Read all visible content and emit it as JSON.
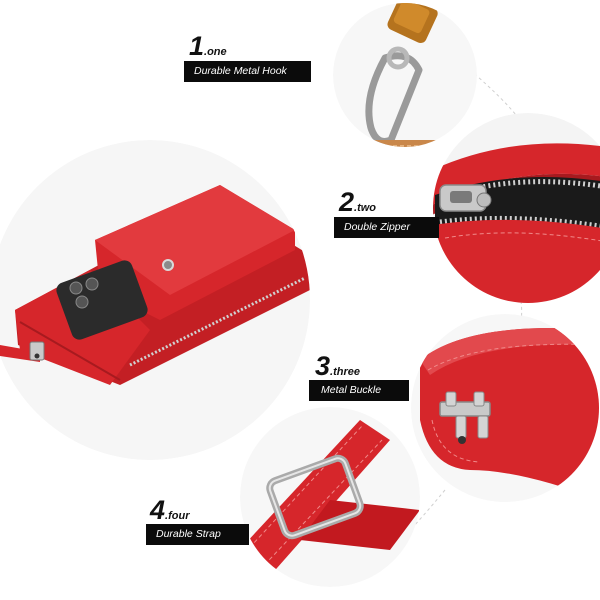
{
  "features": [
    {
      "num": "1",
      "word": ".one",
      "label": "Durable Metal Hook"
    },
    {
      "num": "2",
      "word": ".two",
      "label": "Double Zipper"
    },
    {
      "num": "3",
      "word": ".three",
      "label": "Metal Buckle"
    },
    {
      "num": "4",
      "word": ".four",
      "label": "Durable Strap"
    }
  ],
  "colors": {
    "bag_red": "#d6262b",
    "bag_shadow": "#a71a1f",
    "label_bg": "#0b0b0b",
    "label_text": "#ffffff",
    "metal": "#c9c9c9"
  }
}
